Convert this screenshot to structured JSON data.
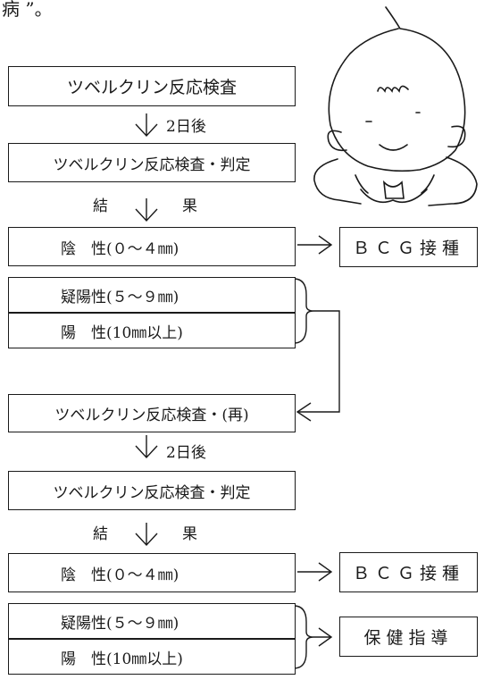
{
  "header_fragment": "病 ”。",
  "flow": {
    "step1": "ツベルクリン反応検査",
    "after_days_1": "2日後",
    "step2": "ツベルクリン反応検査・判定",
    "result_left_1": "結",
    "result_right_1": "果",
    "negative_1": "陰　性(０～４㎜)",
    "suspect_1": "疑陽性(５～９㎜)",
    "positive_1": "陽　性(10㎜以上)",
    "bcg_1": "ＢＣＧ接種",
    "step3": "ツベルクリン反応検査・(再)",
    "after_days_2": "2日後",
    "step4": "ツベルクリン反応検査・判定",
    "result_left_2": "結",
    "result_right_2": "果",
    "negative_2": "陰　性(０～４㎜)",
    "suspect_2": "疑陽性(５～９㎜)",
    "positive_2": "陽　性(10㎜以上)",
    "bcg_2": "ＢＣＧ接種",
    "guidance": "保健指導"
  }
}
